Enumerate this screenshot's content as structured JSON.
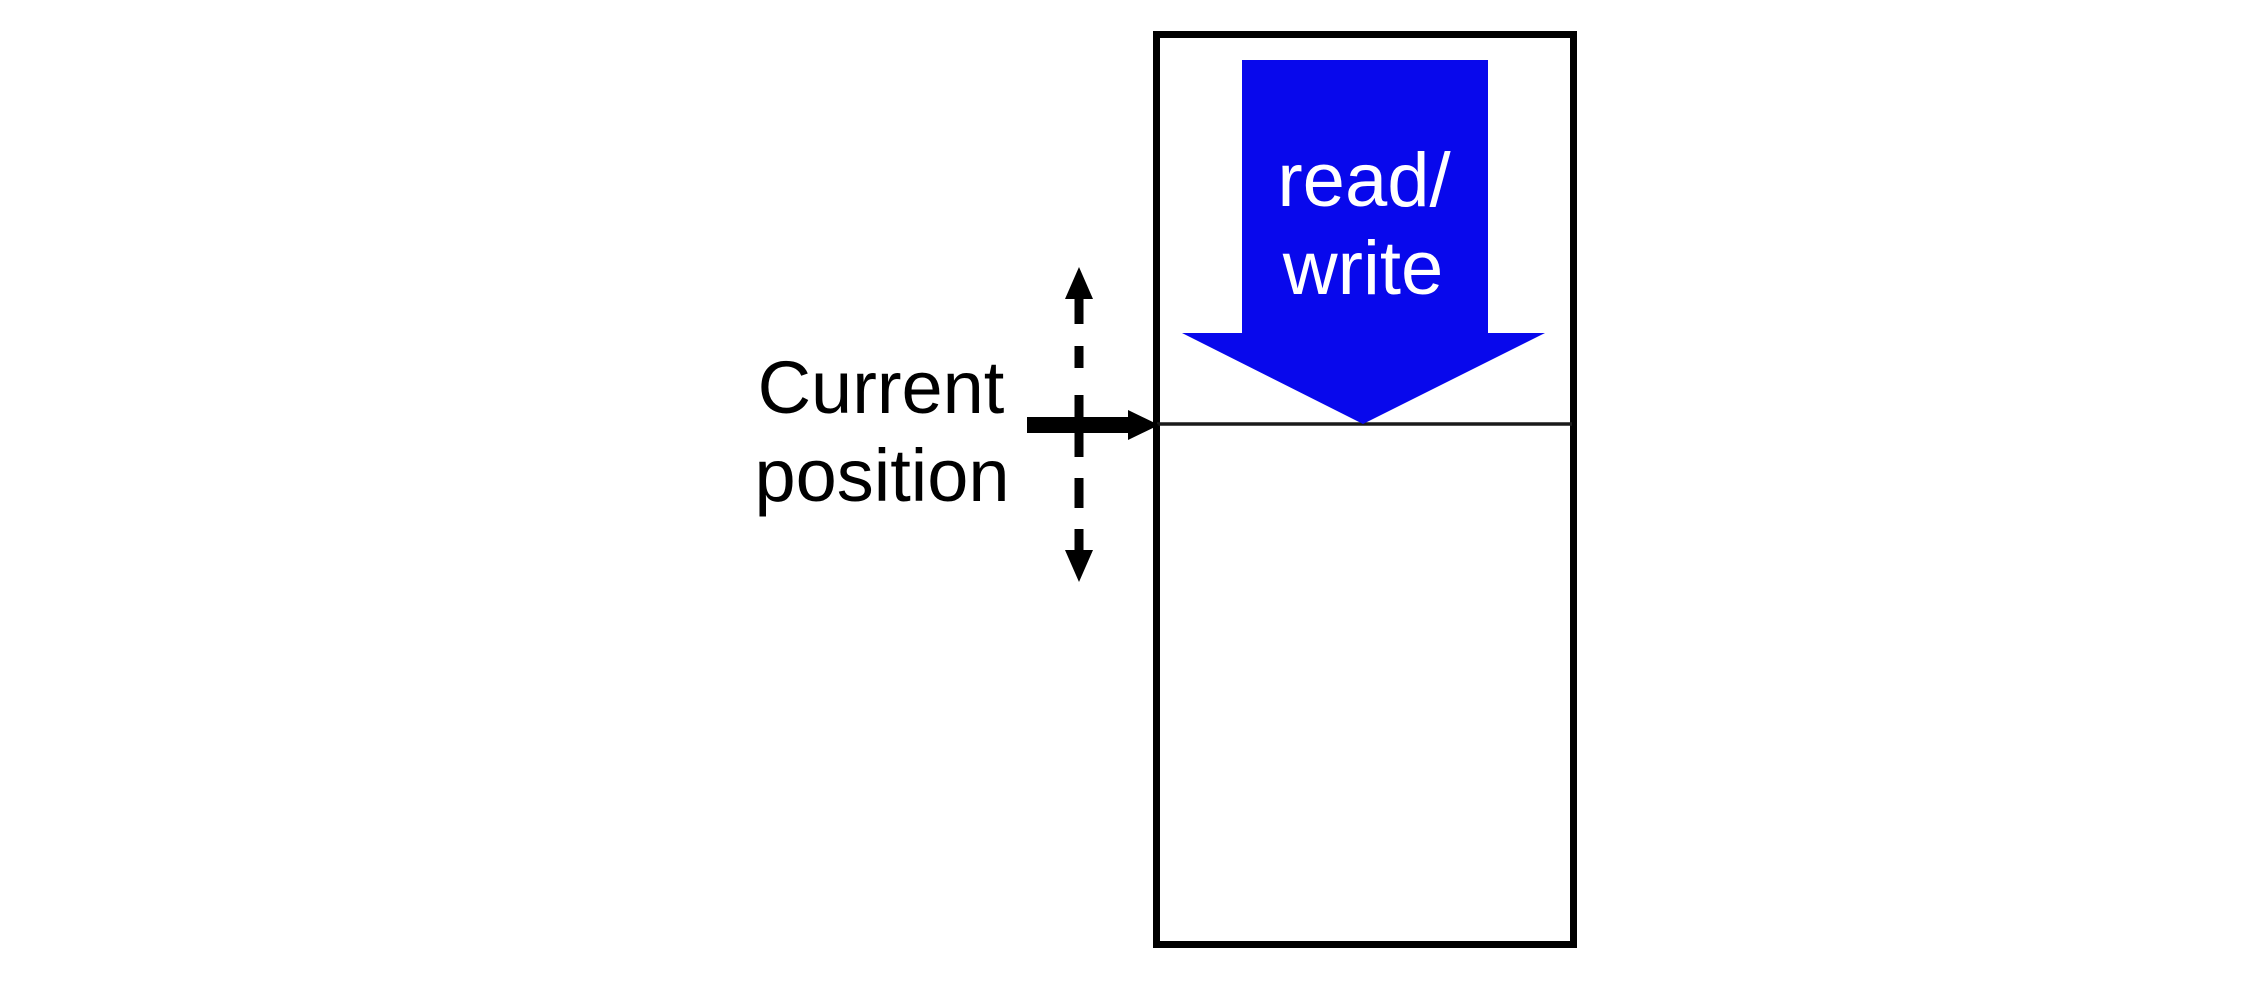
{
  "diagram": {
    "current_position_label": {
      "line1": "Current",
      "line2": "position"
    },
    "read_write_arrow_label": {
      "line1": "read/",
      "line2": "write"
    },
    "colors": {
      "read_write_arrow_fill": "#0808ec",
      "ink": "#000000",
      "divider_line": "#1a1a1a",
      "background": "#ffffff"
    }
  }
}
